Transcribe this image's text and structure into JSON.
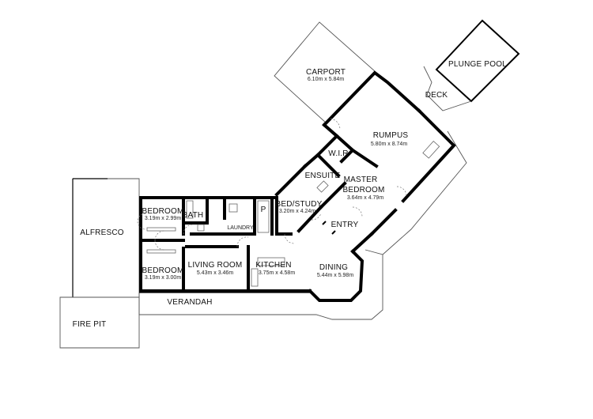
{
  "rooms": {
    "carport": {
      "name": "CARPORT",
      "dims": "6.10m x 5.84m"
    },
    "plunge_pool": {
      "name": "PLUNGE POOL"
    },
    "deck": {
      "name": "DECK"
    },
    "rumpus": {
      "name": "RUMPUS",
      "dims": "5.80m x 8.74m"
    },
    "wir": {
      "name": "W.I.R"
    },
    "ensuite": {
      "name": "ENSUITE"
    },
    "master_bedroom": {
      "name_line1": "MASTER",
      "name_line2": "BEDROOM",
      "dims": "3.64m x 4.79m"
    },
    "bed_study": {
      "name": "BED/STUDY",
      "dims": "3.20m x 4.24m"
    },
    "entry": {
      "name": "ENTRY"
    },
    "pantry": {
      "name": "P"
    },
    "laundry": {
      "name": "LAUNDRY"
    },
    "bath": {
      "name": "BATH"
    },
    "bedroom_1": {
      "name": "BEDROOM",
      "dims": "3.19m x 2.99m"
    },
    "bedroom_2": {
      "name": "BEDROOM",
      "dims": "3.19m x 3.00m"
    },
    "alfresco": {
      "name": "ALFRESCO"
    },
    "living_room": {
      "name": "LIVING ROOM",
      "dims": "5.43m x 3.46m"
    },
    "kitchen": {
      "name": "KITCHEN",
      "dims": "3.75m x 4.58m"
    },
    "dining": {
      "name": "DINING",
      "dims": "5.44m x 5.98m"
    },
    "verandah": {
      "name": "VERANDAH"
    },
    "fire_pit": {
      "name": "FIRE PIT"
    }
  }
}
